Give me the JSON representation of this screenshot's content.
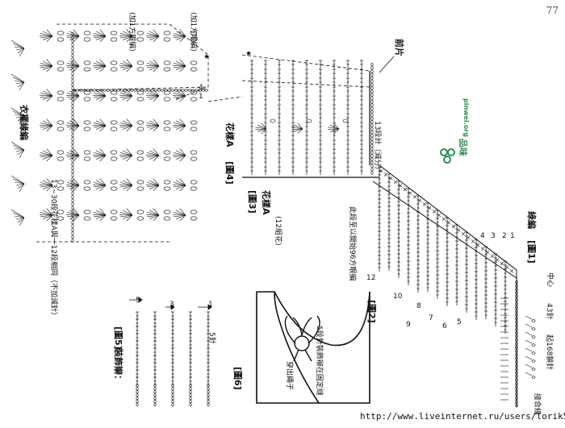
{
  "page_number": "77",
  "watermark_url": "http://www.liveinternet.ru/users/lorik50/",
  "logo": {
    "text": "pinwei.org",
    "char": "品味"
  },
  "figures": {
    "fig1": {
      "tag": "[圖1]",
      "title": "綠編"
    },
    "fig2": {
      "tag": "[圖2]"
    },
    "fig3": {
      "tag": "[圖3]",
      "title": "花樣A",
      "sub": "(12組花)"
    },
    "fig4": {
      "tag": "[圖4]",
      "title": "花樣A"
    },
    "fig5": {
      "tag": "[圖5]",
      "title": "裝飾辮："
    },
    "fig6": {
      "tag": "[圖6]"
    }
  },
  "labels": {
    "front_piece": "前片",
    "hem_edge": "衣襬緣編",
    "hem_stitch_note": "(加1方眼編)",
    "hem_stitch_note2": "(加1方眼編)",
    "pattern_repeat": "13~30段花樣A與一12段相同（不加減針）",
    "row13": "13段計（減分）",
    "hand_note": "此段至以開始96方眼編",
    "sts_168": "起168鎖針",
    "sts_43": "43針",
    "sts_5": "5針",
    "centre_rows": "中心",
    "tie_note": "5段針裝飾辮在固定縫",
    "thread_note": "穿出繩子",
    "start_mark": "接合線",
    "star": "★",
    "rows": [
      "5",
      "3",
      "1",
      "12",
      "10",
      "9",
      "8",
      "7",
      "6",
      "5",
      "4",
      "3",
      "2",
      "1",
      "4",
      "1"
    ]
  }
}
